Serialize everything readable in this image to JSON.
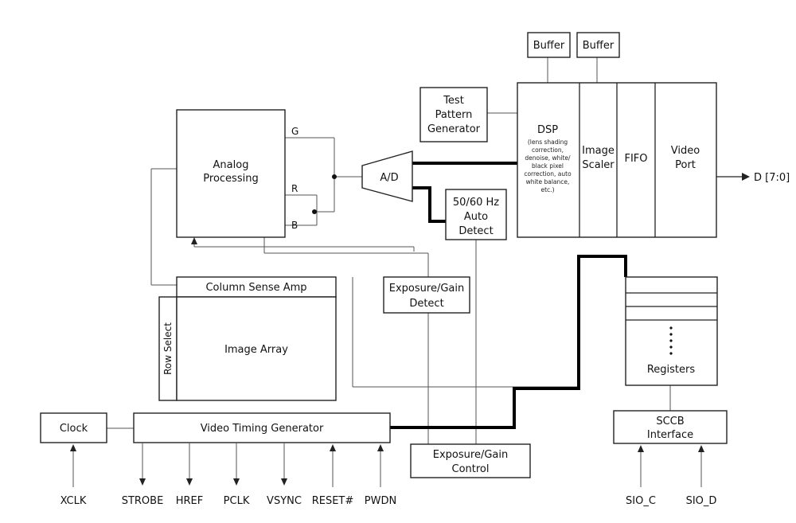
{
  "blocks": {
    "buffer1": "Buffer",
    "buffer2": "Buffer",
    "test_pattern": [
      "Test",
      "Pattern",
      "Generator"
    ],
    "dsp_title": "DSP",
    "dsp_note": [
      "(lens shading",
      "correction,",
      "denoise, white/",
      "black pixel",
      "correction, auto",
      "white balance,",
      "etc.)"
    ],
    "image_scaler": [
      "Image",
      "Scaler"
    ],
    "fifo": "FIFO",
    "video_port": [
      "Video",
      "Port"
    ],
    "analog_processing": [
      "Analog",
      "Processing"
    ],
    "ad": "A/D",
    "auto_detect": [
      "50/60 Hz",
      "Auto",
      "Detect"
    ],
    "exposure_gain_detect": [
      "Exposure/Gain",
      "Detect"
    ],
    "column_sense_amp": "Column Sense Amp",
    "row_select": "Row Select",
    "image_array": "Image Array",
    "registers": "Registers",
    "sccb_interface": [
      "SCCB",
      "Interface"
    ],
    "clock": "Clock",
    "video_timing_generator": "Video Timing Generator",
    "exposure_gain_control": [
      "Exposure/Gain",
      "Control"
    ]
  },
  "channels": {
    "g": "G",
    "r": "R",
    "b": "B"
  },
  "output": "D [7:0]",
  "pins": {
    "xclk": "XCLK",
    "strobe": "STROBE",
    "href": "HREF",
    "pclk": "PCLK",
    "vsync": "VSYNC",
    "reset": "RESET#",
    "pwdn": "PWDN",
    "sio_c": "SIO_C",
    "sio_d": "SIO_D"
  }
}
